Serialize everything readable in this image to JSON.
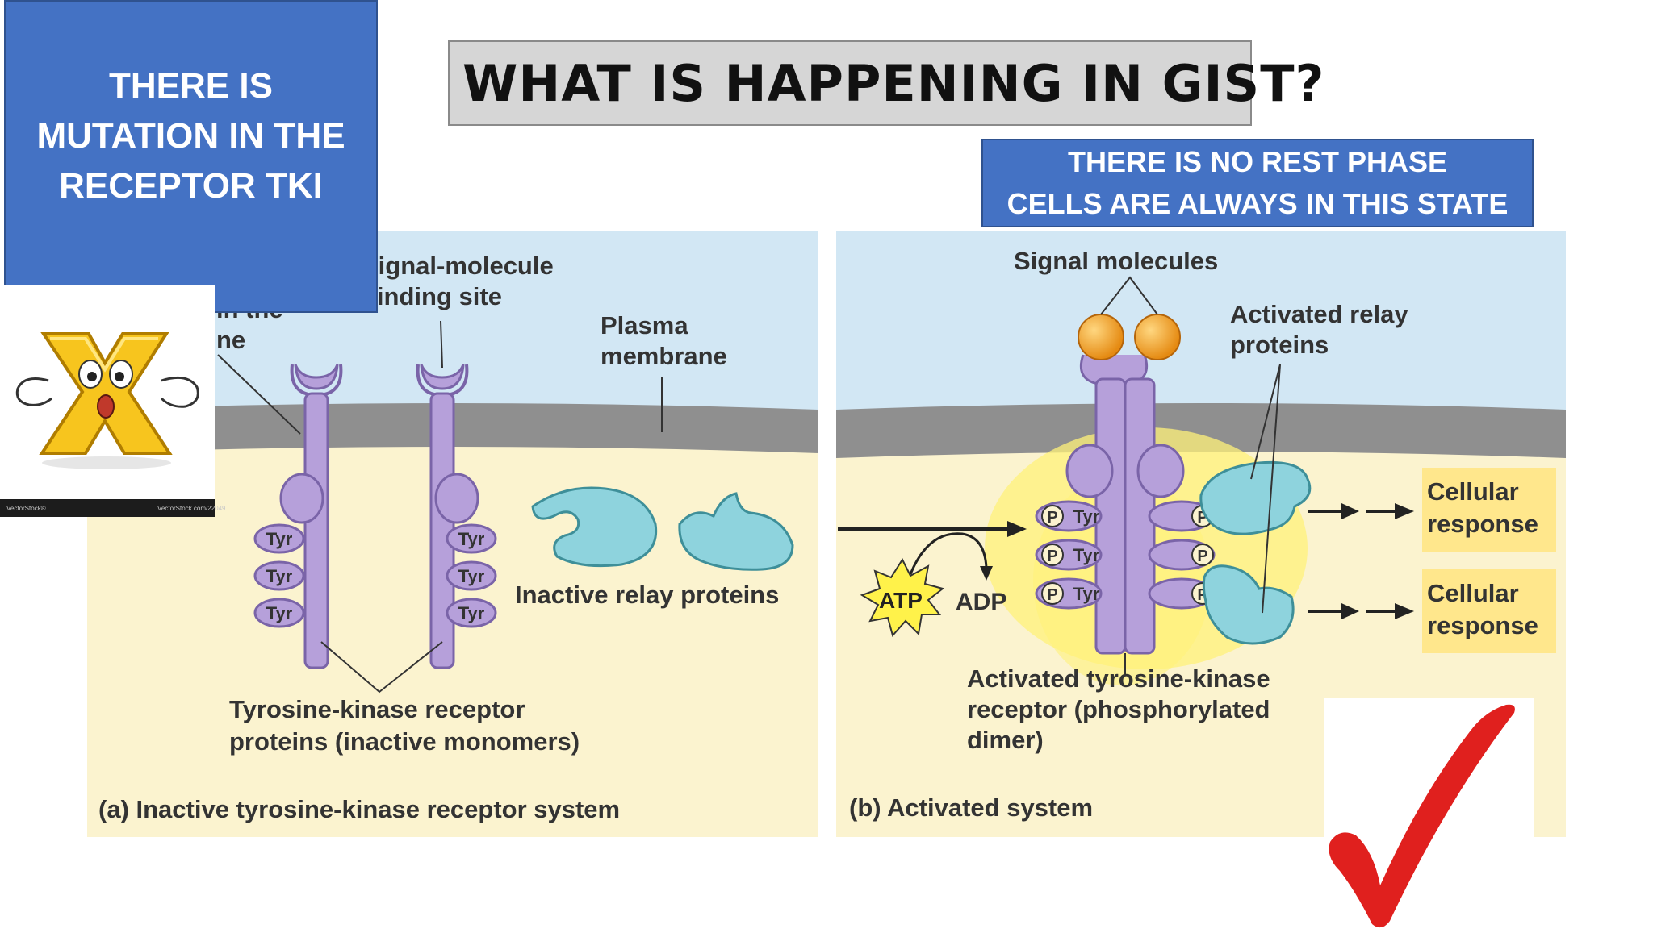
{
  "title": "WHAT IS HAPPENING IN GIST?",
  "callouts": {
    "left": "THERE IS\nMUTATION IN THE\nRECEPTOR TKI",
    "right": "THERE IS NO REST PHASE\nCELLS ARE ALWAYS IN THIS STATE"
  },
  "stock_image": {
    "watermark": "VectorStock®",
    "url_text": "VectorStock.com/22049"
  },
  "panel_a": {
    "labels": {
      "binding_site_line1": "Signal-molecule",
      "binding_site_line2": "binding site",
      "helix_line1": "in the",
      "helix_line2": "ne",
      "plasma_line1": "Plasma",
      "plasma_line2": "membrane",
      "inactive_relay": "Inactive relay proteins",
      "receptors_line1": "Tyrosine-kinase receptor",
      "receptors_line2": "proteins (inactive monomers)",
      "caption": "(a) Inactive tyrosine-kinase receptor system"
    },
    "tyr_label": "Tyr"
  },
  "panel_b": {
    "labels": {
      "signal": "Signal molecules",
      "relay_line1": "Activated relay",
      "relay_line2": "proteins",
      "atp": "ATP",
      "adp": "ADP",
      "cellular1_line1": "Cellular",
      "cellular1_line2": "response",
      "cellular2_line1": "Cellular",
      "cellular2_line2": "response",
      "receptor_line1": "Activated tyrosine-kinase",
      "receptor_line2": "receptor (phosphorylated",
      "receptor_line3": "dimer)",
      "caption": "(b) Activated system"
    },
    "phospho_label": "P",
    "tyr_label": "Tyr"
  },
  "colors": {
    "callout_blue": "#4472c4",
    "extracellular": "#d2e7f4",
    "membrane": "#8f8f8f",
    "cytoplasm": "#fbf3cf",
    "receptor": "#b6a0da",
    "relay": "#8ed3dd",
    "signal": "#f4a326",
    "response": "#ffe78c",
    "checkmark": "#e0201e"
  },
  "icons": [
    "surprised-x-cartoon-icon",
    "checkmark-icon"
  ]
}
